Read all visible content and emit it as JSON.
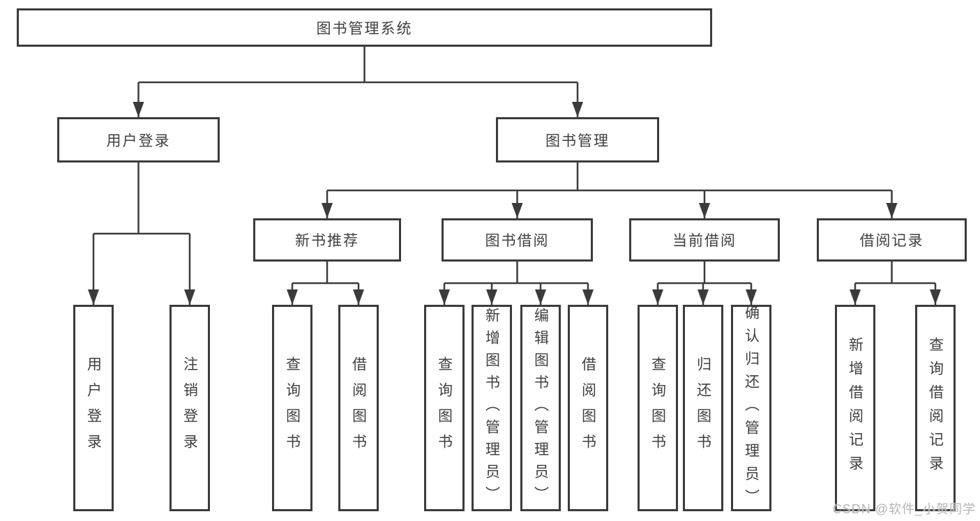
{
  "colors": {
    "line": "#3b3b3b",
    "box_border": "#3b3b3b",
    "text": "#3f3f3f",
    "background": "#ffffff",
    "watermark": "#b5b5b5"
  },
  "diagram": {
    "root": "图书管理系统",
    "level2": {
      "user_login": "用户登录",
      "book_mgmt": "图书管理"
    },
    "level3": {
      "new_books": "新书推荐",
      "book_borrow": "图书借阅",
      "current_borrow": "当前借阅",
      "borrow_records": "借阅记录"
    },
    "leaves": {
      "user_login": [
        "用户登录",
        "注销登录"
      ],
      "new_books": [
        "查询图书",
        "借阅图书"
      ],
      "book_borrow": [
        "查询图书",
        "新增图书（管理员）",
        "编辑图书（管理员）",
        "借阅图书"
      ],
      "current_borrow": [
        "查询图书",
        "归还图书",
        "确认归还（管理员）"
      ],
      "borrow_records": [
        "新增借阅记录",
        "查询借阅记录"
      ]
    }
  },
  "watermark": "CSDN @软件_小贺同学"
}
